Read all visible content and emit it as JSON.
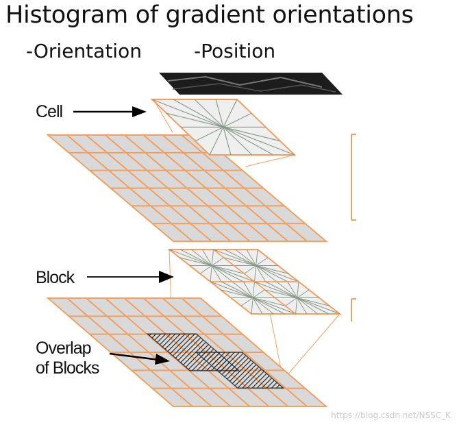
{
  "title": "Histogram of gradient orientations",
  "subtitles": [
    "-Orientation",
    "-Position"
  ],
  "labels": {
    "cell": "Cell",
    "block": "Block",
    "overlap_line1": "Overlap",
    "overlap_line2": "of Blocks"
  },
  "watermark": "https://blog.csdn.net/NSSC_K",
  "colors": {
    "grid_fill": "#d9d9d9",
    "grid_stroke": "#f0a060",
    "histogram_line": "#8a9a8a",
    "hatch": "#222222",
    "arrow": "#000000",
    "top_image": "#111111"
  }
}
